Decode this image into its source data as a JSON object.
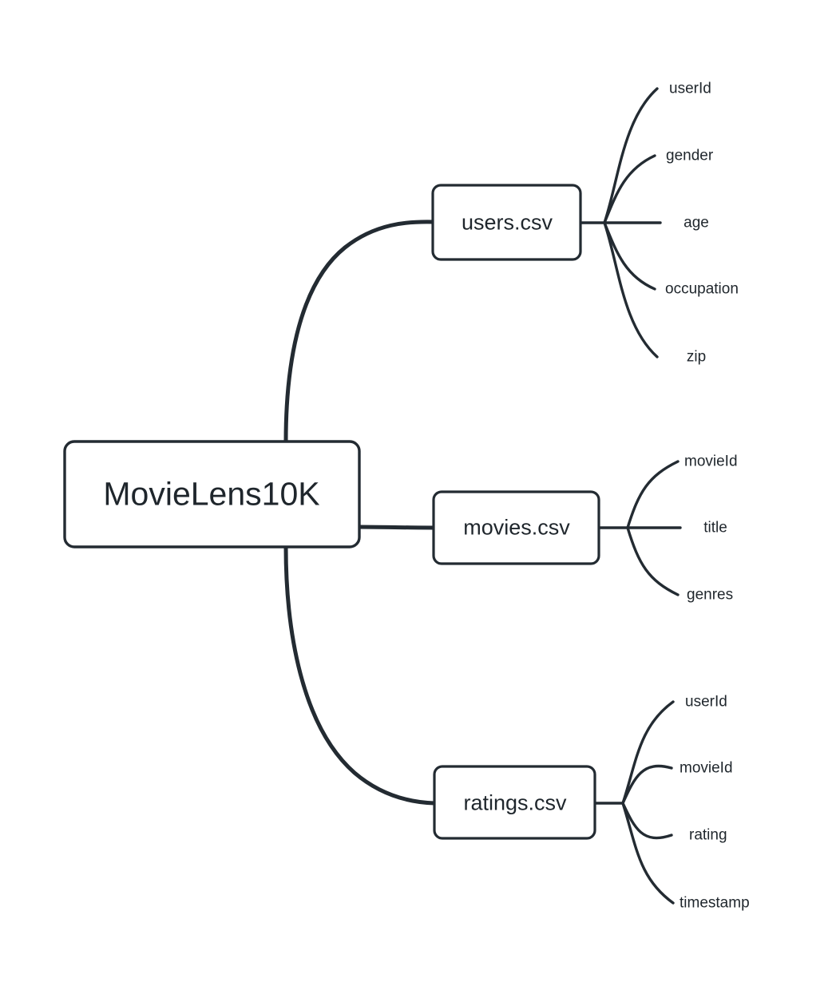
{
  "diagram": {
    "type": "mindmap",
    "title": "MovieLens10K",
    "background_color": "#ffffff",
    "stroke_color": "#232b32",
    "text_color": "#1f262c",
    "root": {
      "label": "MovieLens10K"
    },
    "branches": [
      {
        "id": "users",
        "label": "users.csv",
        "leaves": [
          {
            "label": "userId"
          },
          {
            "label": "gender"
          },
          {
            "label": "age"
          },
          {
            "label": "occupation"
          },
          {
            "label": "zip"
          }
        ]
      },
      {
        "id": "movies",
        "label": "movies.csv",
        "leaves": [
          {
            "label": "movieId"
          },
          {
            "label": "title"
          },
          {
            "label": "genres"
          }
        ]
      },
      {
        "id": "ratings",
        "label": "ratings.csv",
        "leaves": [
          {
            "label": "userId"
          },
          {
            "label": "movieId"
          },
          {
            "label": "rating"
          },
          {
            "label": "timestamp"
          }
        ]
      }
    ]
  }
}
